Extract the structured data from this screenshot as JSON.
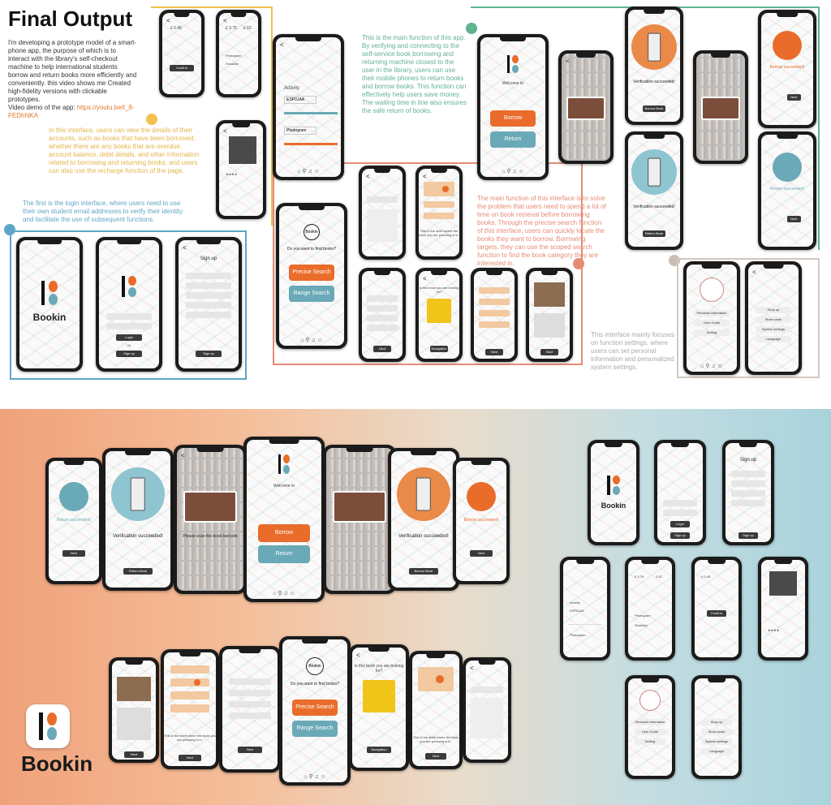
{
  "title": "Final Output",
  "intro": "I'm developing a prototype model of a smart-phone app, the purpose of which is to interact with the library's self-checkout machine to help international students borrow and return books more efficiently and conveniently. this video shows me Created high-fidelity versions with clickable prototypes.",
  "video_label": "Video demo of the app:",
  "video_link": "https://youtu.be/t_8-FEDhNKA",
  "desc_account": "In this interface, users can view the details of their accounts, such as books that have been borrowed, whether there are any books that are overdue, account balance, debit details, and other information related to borrowing and returning books, and users can also use the recharge function of the page.",
  "desc_login": "The first is the login interface, where users need to use their own student email addresses to verify their identity and facilitate the use of subsequent functions.",
  "desc_main": "This is the main function of this app. By verifying and connecting to the self-service book borrowing and returning machine closest to the user in the library, users can use their mobile phones to return books and borrow books. This function can effectively help users save money. The waiting time in line also ensures the safe return of books.",
  "desc_search": "The main function of this interface is to solve the problem that users need to spend a lot of time on book retrieval before borrowing books. Through the precise search function of this interface, users can quickly locate the books they want to borrow. Borrowing targets, they can use the scoped search function to find the book category they are interested in.",
  "desc_settings": "This interface mainly focuses on function settings, where users can set personal information and personalized system settings.",
  "colors": {
    "orange": "#ea6c2a",
    "teal": "#6aa9b7",
    "yellow": "#e3b54a",
    "blue": "#5fa6c6",
    "green": "#5fb38e",
    "salmon": "#e58c74"
  },
  "app": {
    "name": "Bookin",
    "borrow": "Borrow",
    "return": "Return",
    "precise": "Precise Search",
    "range": "Range Search",
    "find_q": "Do you want to find books?",
    "welcome": "Welcome to",
    "verified": "Verification succeeded!",
    "borrow_ok": "Borrow succeeded!",
    "return_ok": "Return succeeded!",
    "signup": "Sign up",
    "login": "Login",
    "or": "Or",
    "scan": "Please scan the book barcode",
    "is_this": "Is this book you are looking for?",
    "shelf_hint": "This is the shelf where the book you are pursuing is in.",
    "activity": "Activity",
    "balance_a": "£ 0.45",
    "balance_b": "£ 3.75",
    "balance_c": "£ 62",
    "code": "ESP01AA",
    "item_photo": "Photogram",
    "item_shoulder": "Shoulder",
    "borrow_book": "Borrow Book",
    "return_book": "Return Book",
    "next": "Next",
    "confirm": "Confirm",
    "navigation": "Navigation",
    "personal": "Personal Information",
    "user_guide": "User Guide",
    "setting": "Setting",
    "shop": "Shop up",
    "store": "Store cards",
    "system": "System settings",
    "language": "Language"
  }
}
